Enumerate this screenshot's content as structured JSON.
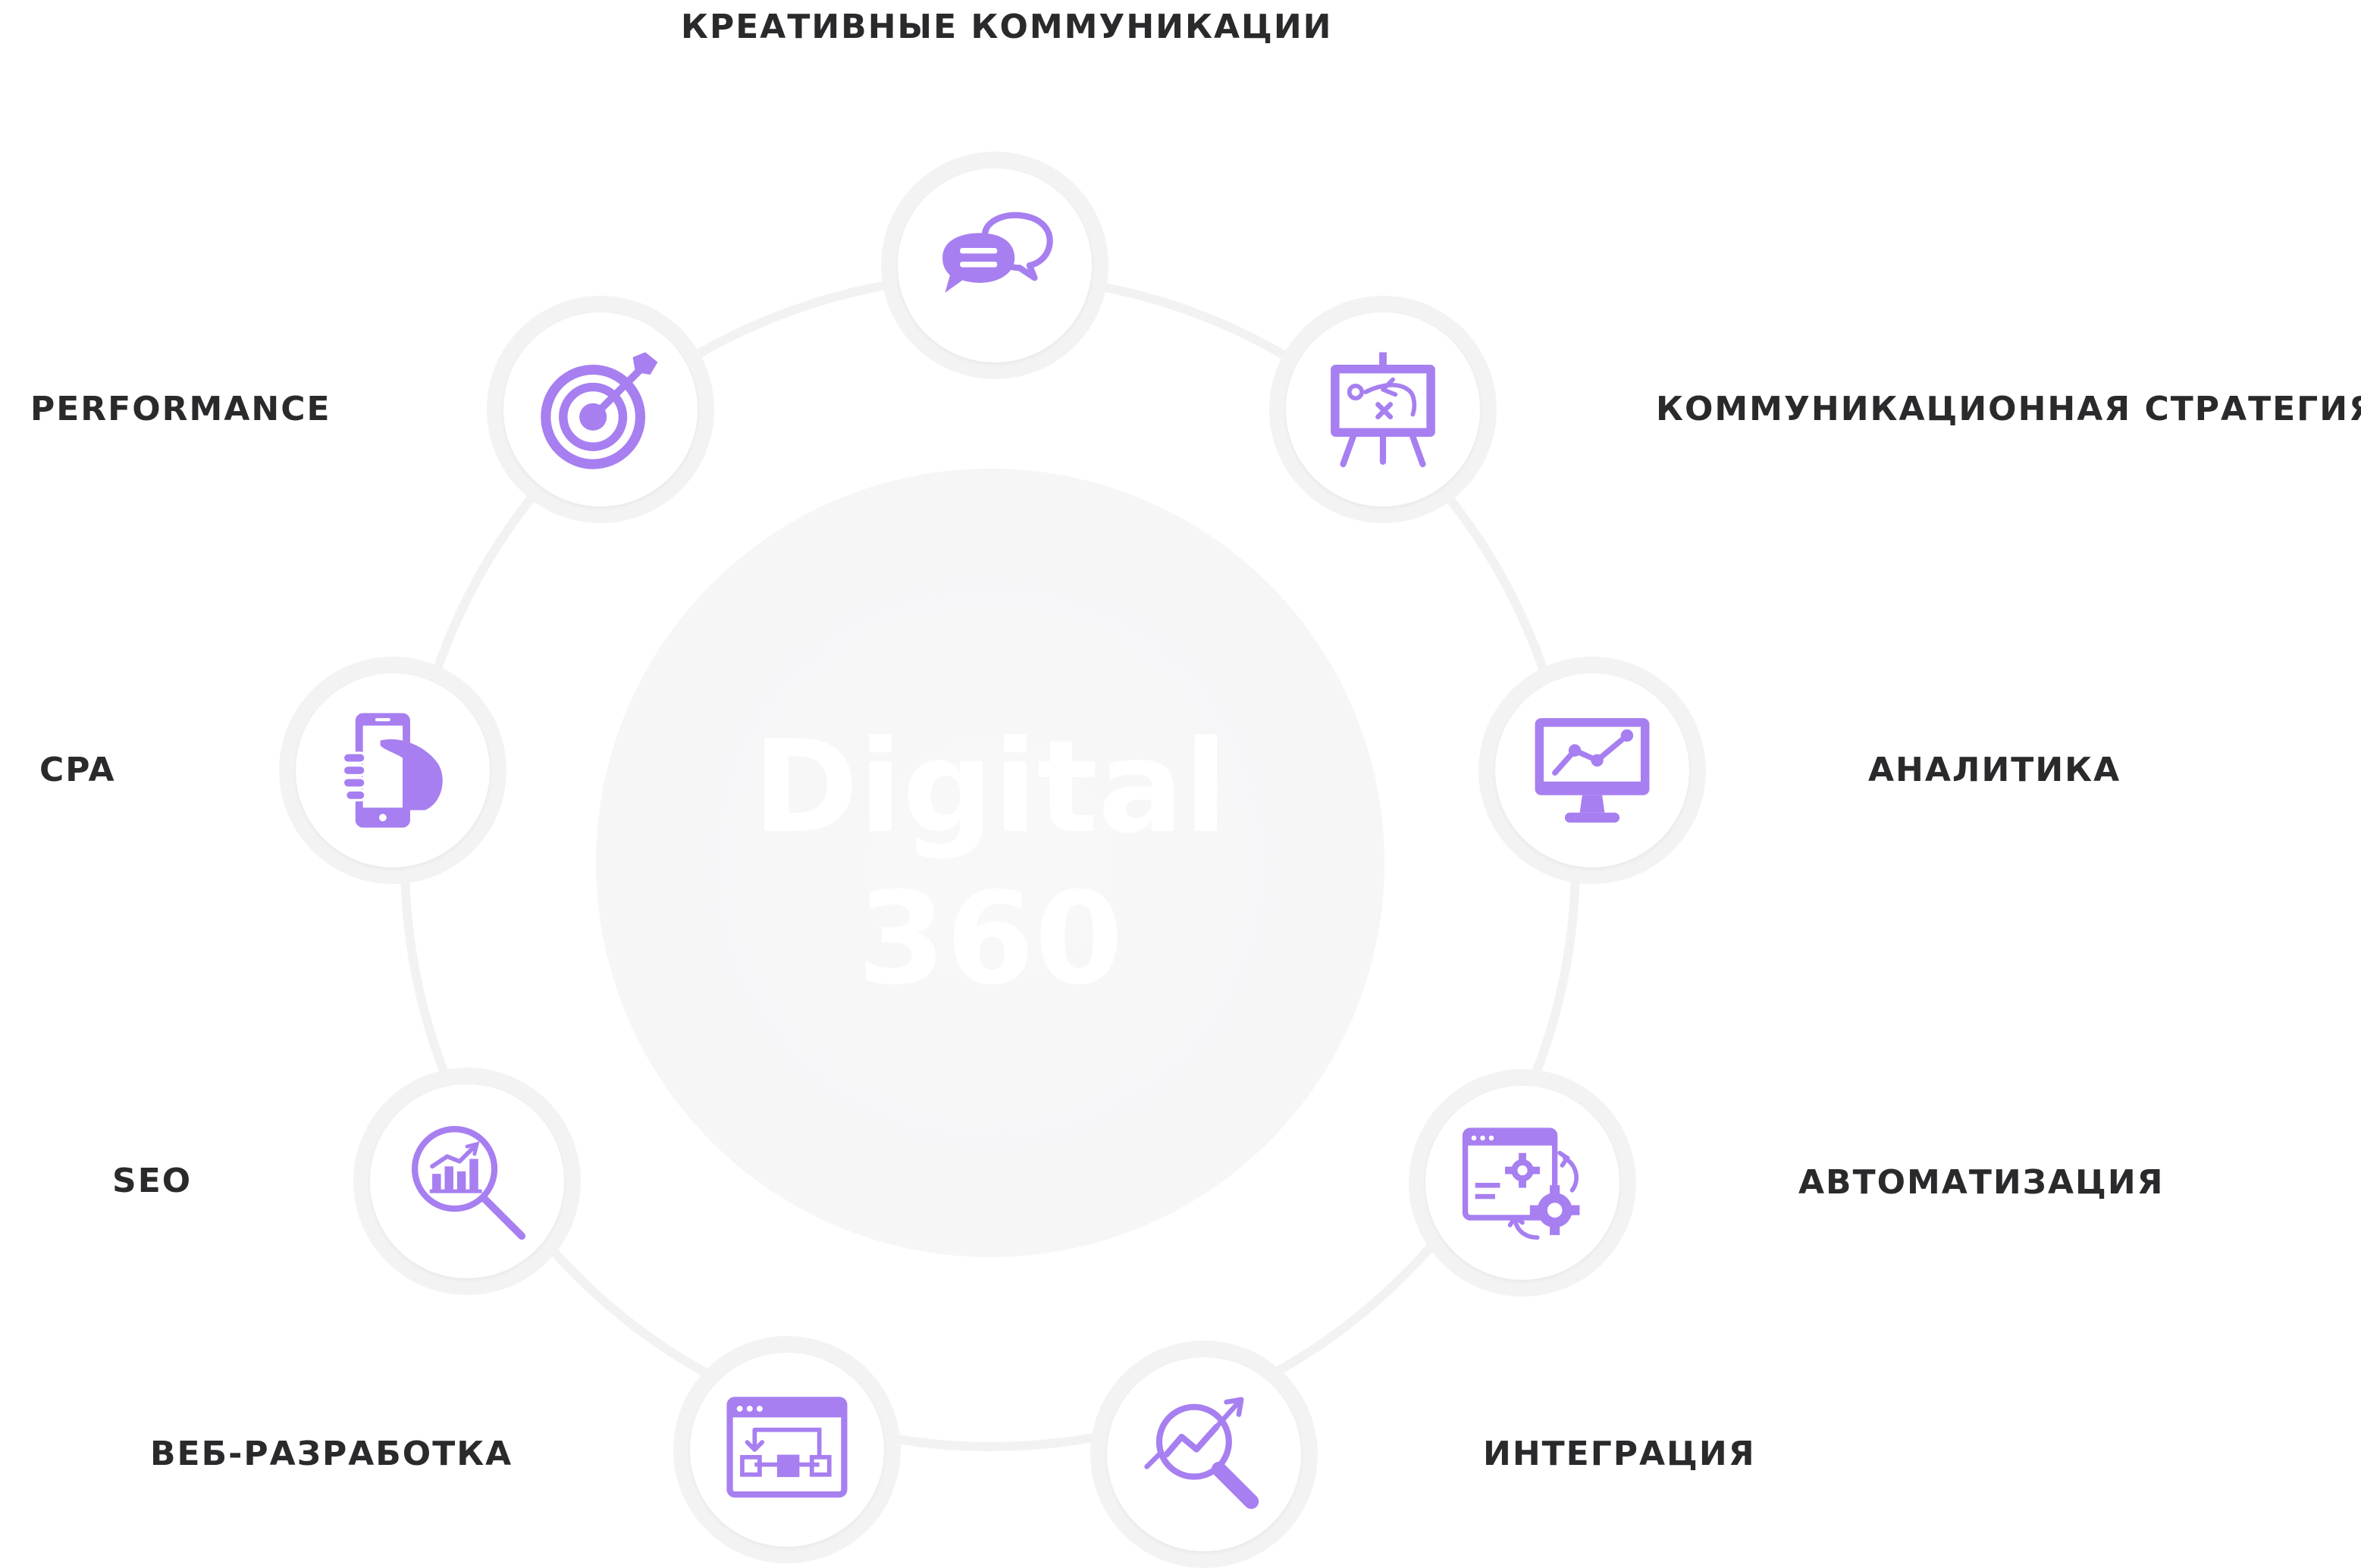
{
  "center": {
    "line1": "Digital",
    "line2": "360"
  },
  "accent_color": "#a77ff0",
  "nodes": [
    {
      "label": "КРЕАТИВНЫЕ КОММУНИКАЦИИ",
      "icon": "chat-bubbles-icon"
    },
    {
      "label": "КОММУНИКАЦИОННАЯ СТРАТЕГИЯ",
      "icon": "strategy-board-icon"
    },
    {
      "label": "АНАЛИТИКА",
      "icon": "analytics-monitor-icon"
    },
    {
      "label": "АВТОМАТИЗАЦИЯ",
      "icon": "automation-gears-icon"
    },
    {
      "label": "ИНТЕГРАЦИЯ",
      "icon": "integration-search-icon"
    },
    {
      "label": "ВЕБ-РАЗРАБОТКА",
      "icon": "web-layout-icon"
    },
    {
      "label": "SEO",
      "icon": "seo-magnifier-icon"
    },
    {
      "label": "CPA",
      "icon": "mobile-hand-icon"
    },
    {
      "label": "PERFORMANCE",
      "icon": "target-arrow-icon"
    }
  ]
}
